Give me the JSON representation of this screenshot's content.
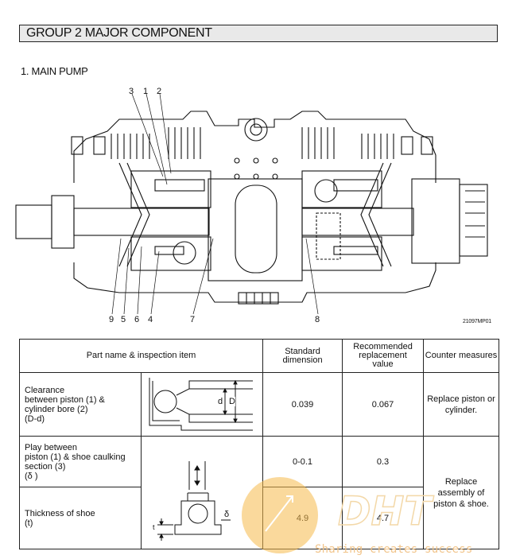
{
  "header": {
    "group_title": "GROUP  2  MAJOR COMPONENT"
  },
  "section": {
    "title": "1. MAIN PUMP"
  },
  "figure": {
    "callouts_top": [
      "3",
      "1",
      "2"
    ],
    "callouts_bottom": [
      "9",
      "5",
      "6",
      "4",
      "7",
      "8"
    ],
    "figure_id": "21097MP01"
  },
  "table": {
    "headers": {
      "part": "Part name & inspection item",
      "standard": "Standard dimension",
      "recommended": "Recommended replacement value",
      "counter": "Counter measures"
    },
    "rows": [
      {
        "item_lines": [
          "Clearance",
          "between piston (1) &",
          "cylinder bore (2)",
          "(D-d)"
        ],
        "diagram_labels": [
          "d",
          "D"
        ],
        "standard": "0.039",
        "recommended": "0.067",
        "counter": "Replace piston or cylinder."
      },
      {
        "item_lines": [
          "Play between",
          "piston (1) & shoe caulking",
          "section (3)",
          "(δ )"
        ],
        "standard": "0-0.1",
        "recommended": "0.3"
      },
      {
        "item_lines": [
          "Thickness of shoe",
          "(t)"
        ],
        "diagram_labels": [
          "δ",
          "t"
        ],
        "standard": "4.9",
        "recommended": "4.7"
      }
    ],
    "merged_counter": "Replace assembly of piston & shoe."
  },
  "watermark": {
    "logo": "DHT",
    "text": "Sharing creates success"
  }
}
